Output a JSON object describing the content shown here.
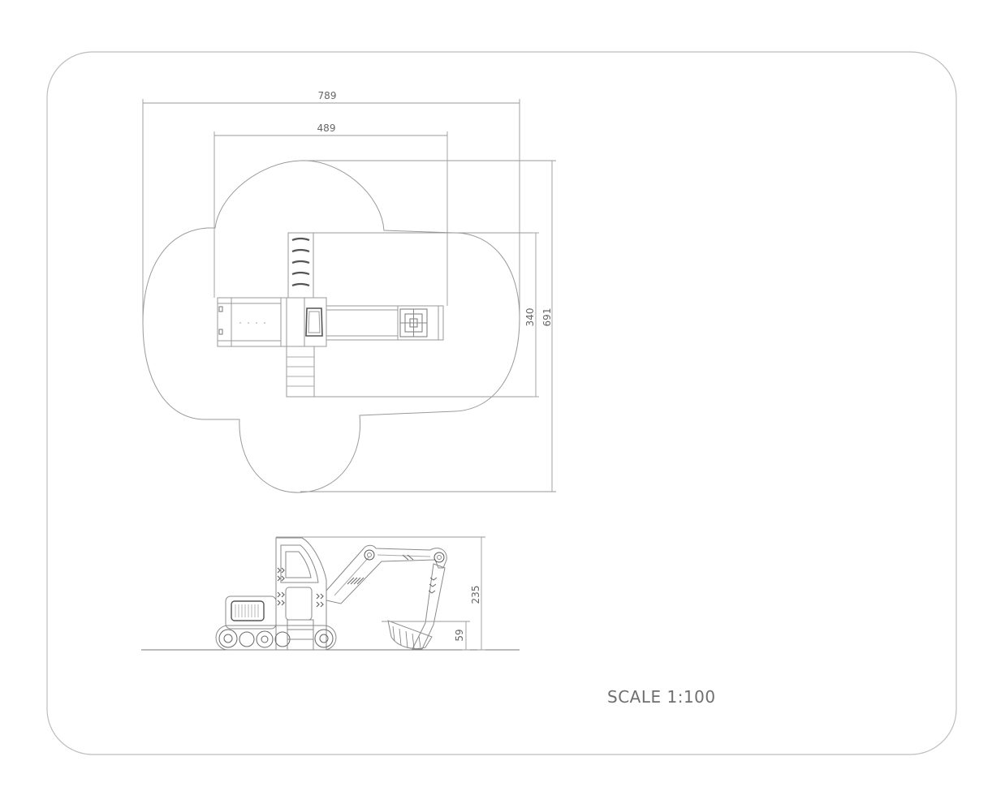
{
  "dimensions": {
    "plan_total_width": "789",
    "plan_structure_width": "489",
    "plan_structure_depth": "340",
    "plan_total_depth": "691",
    "elevation_height": "235",
    "elevation_platform_height": "59"
  },
  "scale": {
    "label": "SCALE 1:100"
  },
  "colors": {
    "line": "#9a9a9a",
    "frame": "#bdbdbd",
    "detail": "#7a7a7a",
    "text": "#666666"
  }
}
